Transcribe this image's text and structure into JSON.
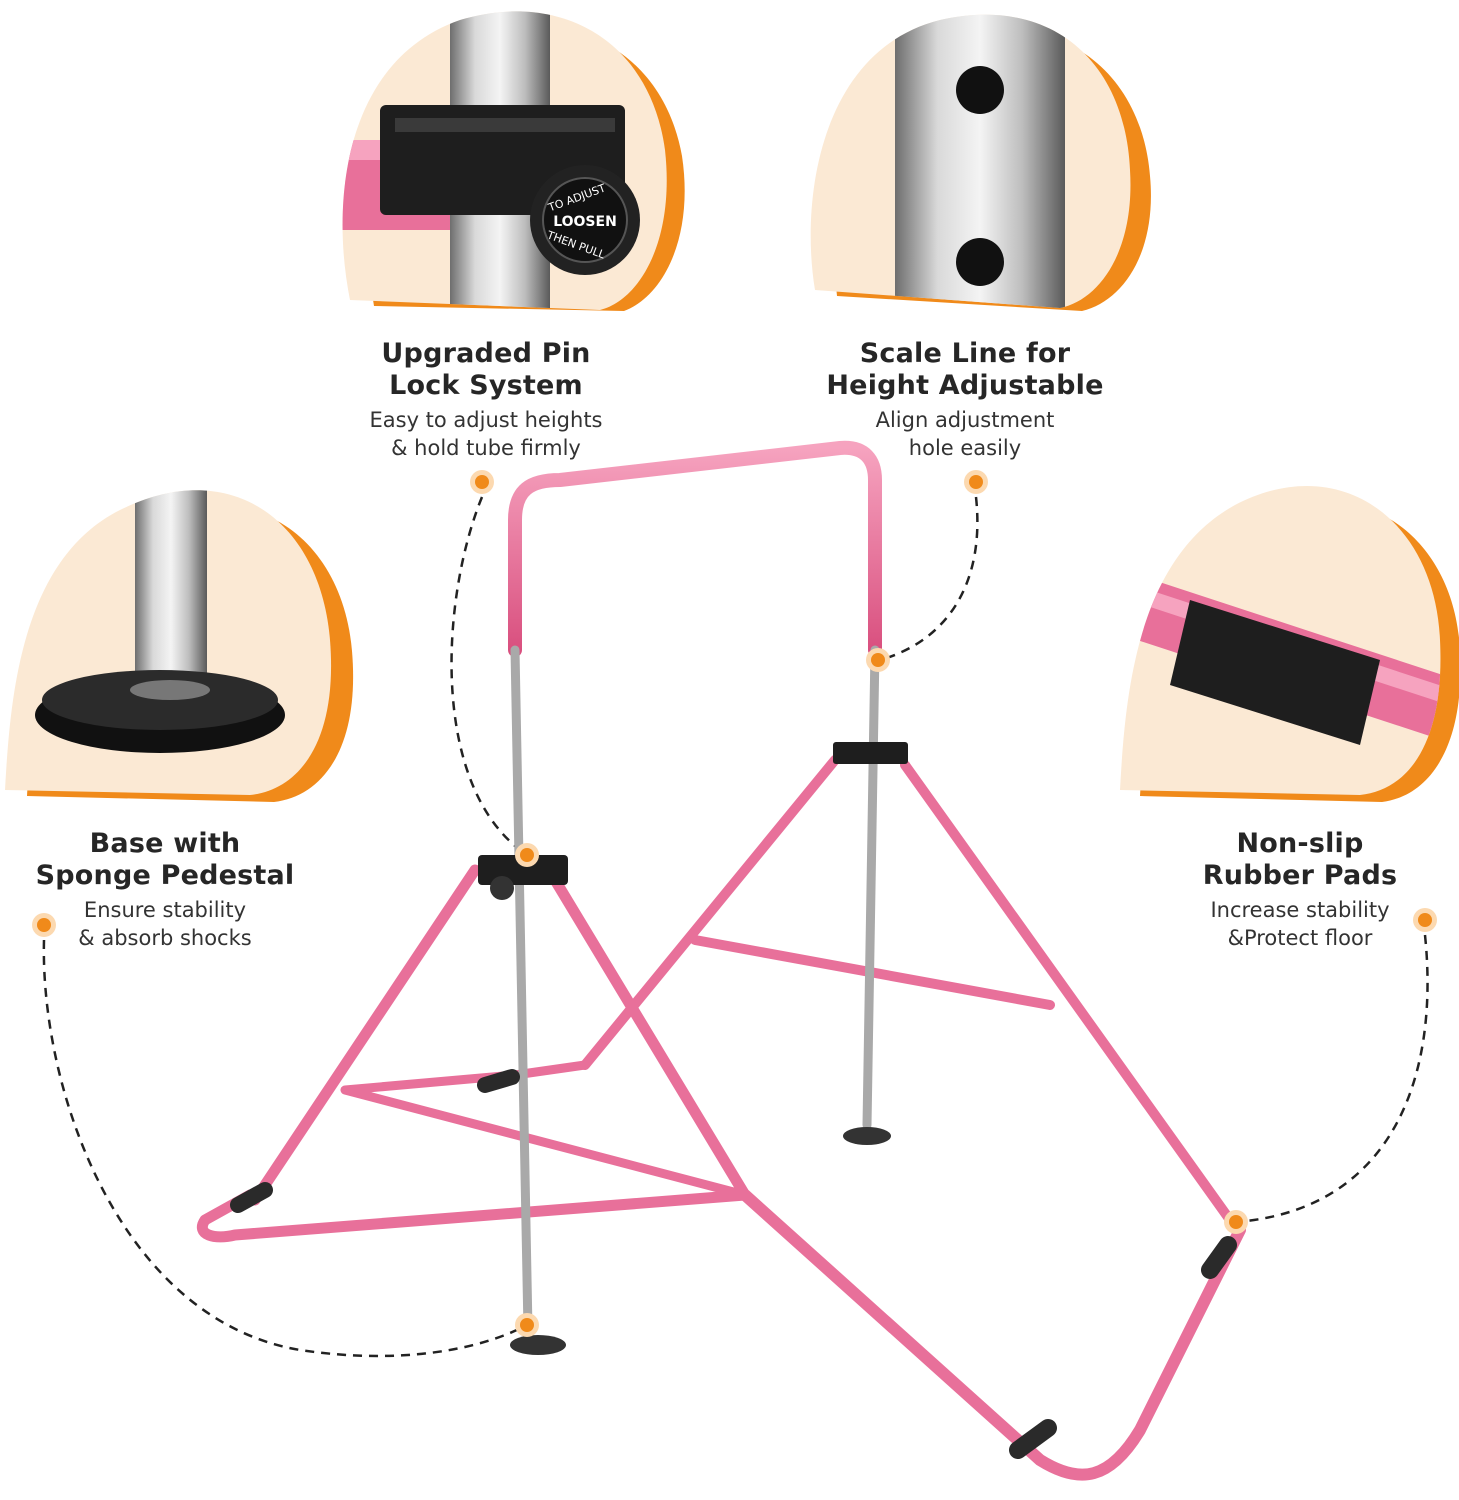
{
  "colors": {
    "accent_orange": "#f08a1a",
    "bubble_fill": "#fbe9d4",
    "frame_pink": "#e8709a",
    "steel": "#a9a9a9",
    "rubber_black": "#1e1e1e"
  },
  "features": {
    "pin_lock": {
      "title": [
        "Upgraded Pin",
        "Lock System"
      ],
      "description": [
        "Easy to adjust heights",
        "& hold tube firmly"
      ]
    },
    "scale_line": {
      "title": [
        "Scale Line for",
        "Height Adjustable"
      ],
      "description": [
        "Align adjustment",
        "hole easily"
      ]
    },
    "base": {
      "title": [
        "Base with",
        "Sponge Pedestal"
      ],
      "description": [
        "Ensure stability",
        "& absorb shocks"
      ]
    },
    "rubber_pads": {
      "title": [
        "Non-slip",
        "Rubber Pads"
      ],
      "description": [
        "Increase stability",
        "&Protect floor"
      ]
    }
  },
  "knob_text": {
    "top": "TO ADJUST",
    "center": "LOOSEN",
    "bottom": "THEN PULL"
  },
  "icons": [
    "callout-dot-icon",
    "adjust-knob-icon"
  ]
}
